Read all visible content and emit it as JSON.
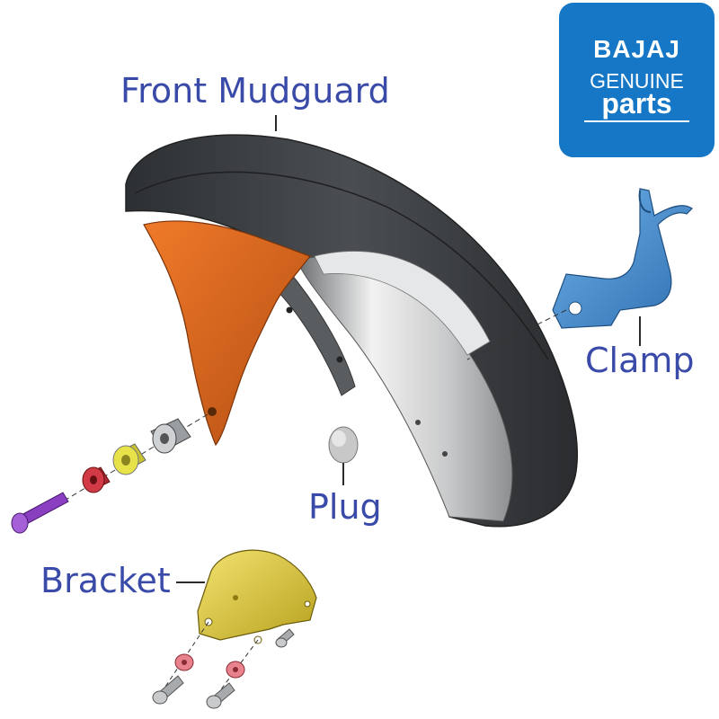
{
  "labels": {
    "front_mudguard": "Front Mudguard",
    "clamp": "Clamp",
    "plug": "Plug",
    "bracket": "Bracket"
  },
  "logo": {
    "line1": "BAJAJ",
    "line2": "GENUINE",
    "line3": "parts"
  },
  "colors": {
    "label": "#3a4aa8",
    "logo_bg": "#1577c6",
    "mudguard": "#3c3f42",
    "mudguard_light": "#d9dadb",
    "mudguard_insert": "#d9661f",
    "clamp": "#4a8fd0",
    "bracket": "#d9c53a",
    "bolt": "#8a3fc0",
    "spacer_red": "#d23a45",
    "spacer_yellow": "#e8e24a",
    "collar_grey": "#9a9ea2",
    "plug": "#c8c8c8"
  },
  "icons": [
    "bajaj-genuine-parts-logo",
    "front-mudguard-part",
    "clamp-part",
    "plug-part",
    "bracket-part"
  ]
}
